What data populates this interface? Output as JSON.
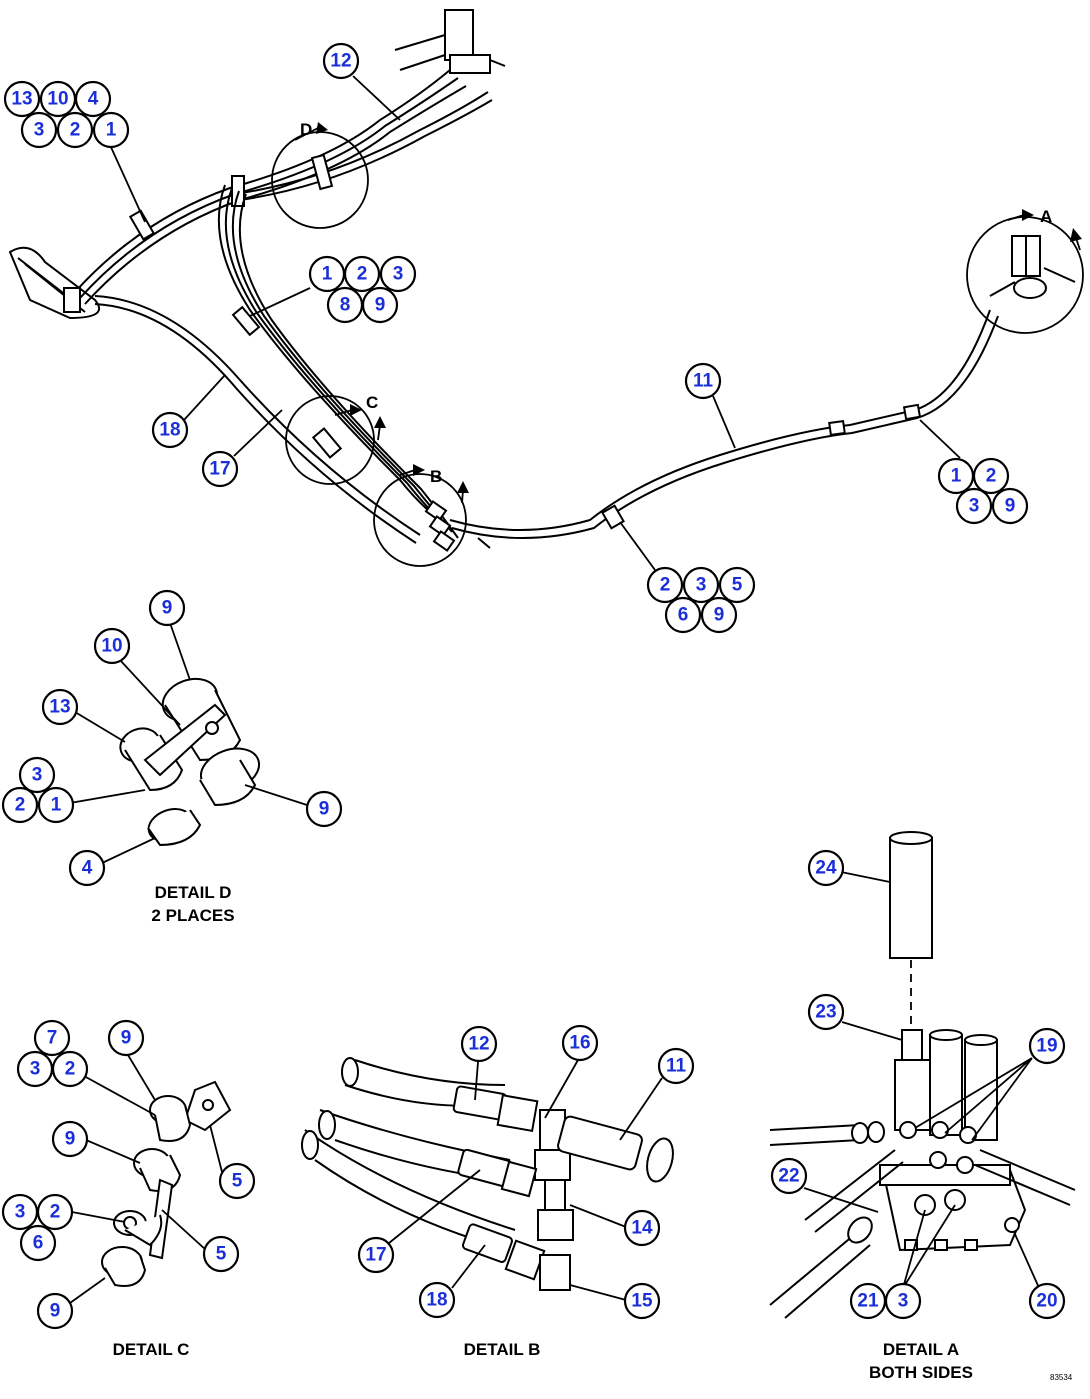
{
  "diagram": {
    "drawing_code": "83534",
    "detail_view_labels": [
      "D",
      "C",
      "B",
      "A"
    ],
    "captions": {
      "detail_d": [
        "DETAIL D",
        "2 PLACES"
      ],
      "detail_c": [
        "DETAIL C"
      ],
      "detail_b": [
        "DETAIL B"
      ],
      "detail_a": [
        "DETAIL A",
        "BOTH SIDES"
      ]
    },
    "callouts": [
      {
        "id": "c1",
        "label": "13"
      },
      {
        "id": "c2",
        "label": "10"
      },
      {
        "id": "c3",
        "label": "4"
      },
      {
        "id": "c4",
        "label": "3"
      },
      {
        "id": "c5",
        "label": "2"
      },
      {
        "id": "c6",
        "label": "1"
      },
      {
        "id": "c7",
        "label": "12"
      },
      {
        "id": "c8",
        "label": "1"
      },
      {
        "id": "c9",
        "label": "2"
      },
      {
        "id": "c10",
        "label": "3"
      },
      {
        "id": "c11",
        "label": "8"
      },
      {
        "id": "c12",
        "label": "9"
      },
      {
        "id": "c13",
        "label": "18"
      },
      {
        "id": "c14",
        "label": "17"
      },
      {
        "id": "c15",
        "label": "11"
      },
      {
        "id": "c16",
        "label": "1"
      },
      {
        "id": "c17",
        "label": "2"
      },
      {
        "id": "c18",
        "label": "3"
      },
      {
        "id": "c19",
        "label": "9"
      },
      {
        "id": "c20",
        "label": "2"
      },
      {
        "id": "c21",
        "label": "3"
      },
      {
        "id": "c22",
        "label": "5"
      },
      {
        "id": "c23",
        "label": "6"
      },
      {
        "id": "c24",
        "label": "9"
      },
      {
        "id": "c25",
        "label": "9"
      },
      {
        "id": "c26",
        "label": "10"
      },
      {
        "id": "c27",
        "label": "13"
      },
      {
        "id": "c28",
        "label": "3"
      },
      {
        "id": "c29",
        "label": "2"
      },
      {
        "id": "c30",
        "label": "1"
      },
      {
        "id": "c31",
        "label": "9"
      },
      {
        "id": "c32",
        "label": "4"
      },
      {
        "id": "c33",
        "label": "24"
      },
      {
        "id": "c34",
        "label": "7"
      },
      {
        "id": "c35",
        "label": "3"
      },
      {
        "id": "c36",
        "label": "2"
      },
      {
        "id": "c37",
        "label": "9"
      },
      {
        "id": "c38",
        "label": "9"
      },
      {
        "id": "c39",
        "label": "5"
      },
      {
        "id": "c40",
        "label": "3"
      },
      {
        "id": "c41",
        "label": "2"
      },
      {
        "id": "c42",
        "label": "6"
      },
      {
        "id": "c43",
        "label": "5"
      },
      {
        "id": "c44",
        "label": "9"
      },
      {
        "id": "c45",
        "label": "12"
      },
      {
        "id": "c46",
        "label": "16"
      },
      {
        "id": "c47",
        "label": "11"
      },
      {
        "id": "c48",
        "label": "14"
      },
      {
        "id": "c49",
        "label": "17"
      },
      {
        "id": "c50",
        "label": "18"
      },
      {
        "id": "c51",
        "label": "15"
      },
      {
        "id": "c52",
        "label": "23"
      },
      {
        "id": "c53",
        "label": "19"
      },
      {
        "id": "c54",
        "label": "22"
      },
      {
        "id": "c55",
        "label": "21"
      },
      {
        "id": "c56",
        "label": "3"
      },
      {
        "id": "c57",
        "label": "20"
      }
    ]
  }
}
